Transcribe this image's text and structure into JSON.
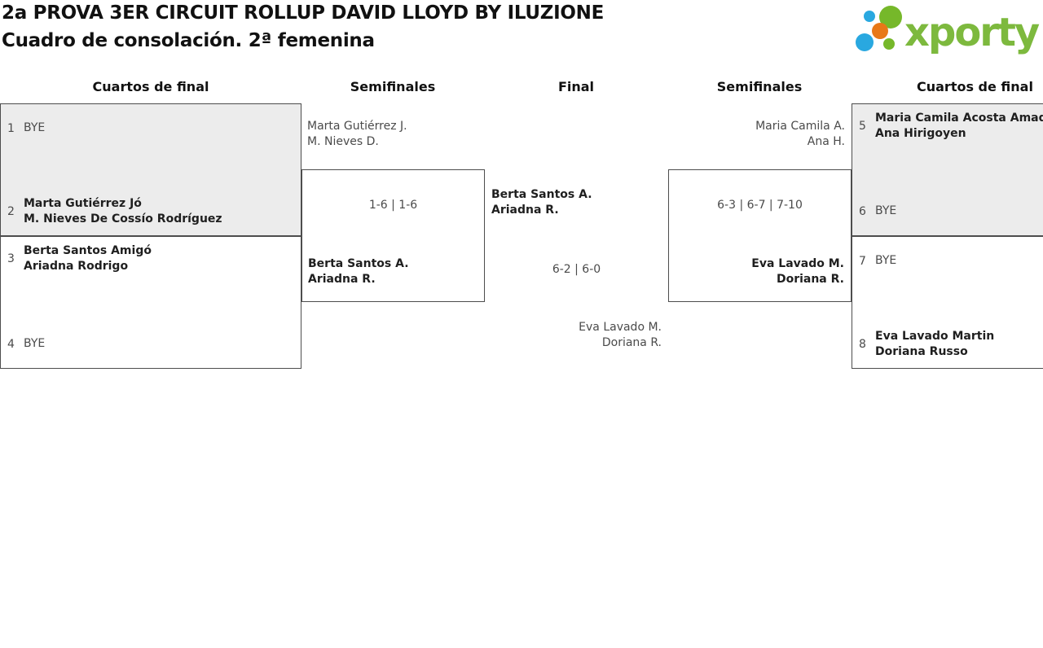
{
  "title": {
    "line1": "2a PROVA 3ER CIRCUIT ROLLUP DAVID LLOYD BY ILUZIONE",
    "line2": "Cuadro de consolación. 2ª femenina"
  },
  "logo": {
    "text": "xporty"
  },
  "rounds": [
    {
      "label": "Cuartos de final"
    },
    {
      "label": "Semifinales"
    },
    {
      "label": "Final"
    },
    {
      "label": "Semifinales"
    },
    {
      "label": "Cuartos de final"
    }
  ],
  "matches": {
    "qf1": {
      "seed_top": "1",
      "team_top_line1": "BYE",
      "seed_bottom": "2",
      "team_bottom_line1": "Marta Gutiérrez Jó",
      "team_bottom_line2": "M. Nieves De Cossío Rodríguez"
    },
    "qf2": {
      "seed_top": "3",
      "team_top_line1": "Berta Santos Amigó",
      "team_top_line2": "Ariadna Rodrigo",
      "seed_bottom": "4",
      "team_bottom_line1": "BYE"
    },
    "sf_left": {
      "loser_line1": "Marta Gutiérrez J.",
      "loser_line2": "M. Nieves D.",
      "score": "1-6 | 1-6",
      "winner_line1": "Berta Santos A.",
      "winner_line2": "Ariadna R."
    },
    "final": {
      "winner_line1": "Berta Santos A.",
      "winner_line2": "Ariadna R.",
      "score": "6-2 | 6-0",
      "runnerup_line1": "Eva Lavado M.",
      "runnerup_line2": "Doriana R."
    },
    "sf_right": {
      "loser_line1": "Maria Camila A.",
      "loser_line2": "Ana H.",
      "score": "6-3 | 6-7 | 7-10",
      "winner_line1": "Eva Lavado M.",
      "winner_line2": "Doriana R."
    },
    "qf3": {
      "seed_top": "5",
      "team_top_line1": "Maria Camila Acosta Amador",
      "team_top_line2": "Ana Hirigoyen",
      "seed_bottom": "6",
      "team_bottom_line1": "BYE"
    },
    "qf4": {
      "seed_top": "7",
      "team_top_line1": "BYE",
      "seed_bottom": "8",
      "team_bottom_line1": "Eva Lavado Martin",
      "team_bottom_line2": "Doriana Russo"
    }
  },
  "colors": {
    "accent_green": "#7db93e",
    "dot_blue": "#29a8e0",
    "dot_orange": "#e87817",
    "dot_green": "#76b82a",
    "box_border": "#4d4d4d",
    "box_fill_alt": "#ececec",
    "text_dark": "#1f1f1f",
    "text_gray": "#4a4a4a"
  }
}
